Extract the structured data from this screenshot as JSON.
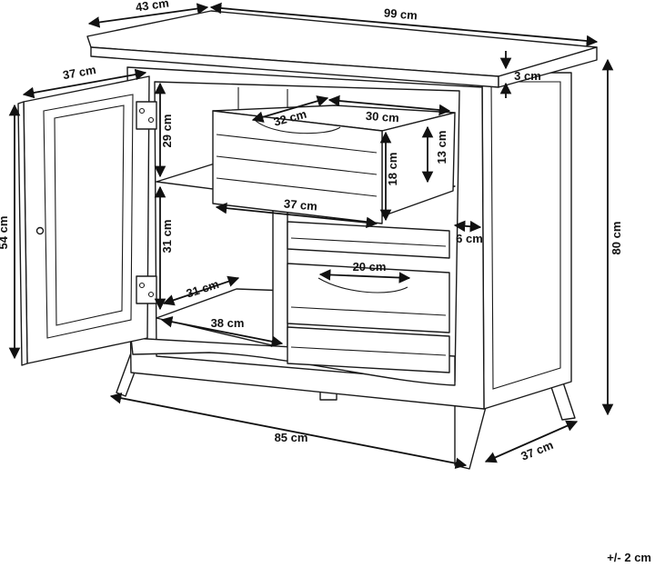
{
  "colors": {
    "line": "#1a1a1a",
    "background": "#ffffff"
  },
  "dimensions": {
    "top_depth": "43 cm",
    "total_width": "99 cm",
    "top_thickness": "3 cm",
    "door_width": "37 cm",
    "door_height": "54 cm",
    "upper_compartment_height": "29 cm",
    "lower_compartment_height": "31 cm",
    "drawer_depth": "32 cm",
    "drawer_inner_width": "30 cm",
    "drawer_outer_height": "18 cm",
    "drawer_inner_height": "13 cm",
    "drawer_front_width": "37 cm",
    "side_gap": "6 cm",
    "total_height": "80 cm",
    "handle_width": "20 cm",
    "shelf_depth": "31 cm",
    "shelf_width": "38 cm",
    "base_width": "85 cm",
    "base_depth": "37 cm"
  },
  "tolerance": "+/- 2 cm"
}
